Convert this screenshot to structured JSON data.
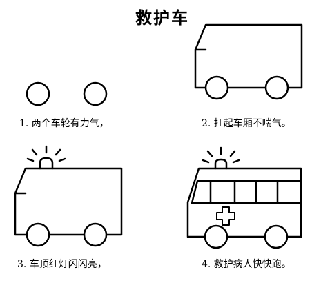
{
  "title": "救护车",
  "steps": [
    {
      "caption": "1. 两个车轮有力气，"
    },
    {
      "caption": "2. 扛起车厢不喘气。"
    },
    {
      "caption": "3. 车顶红灯闪闪亮，"
    },
    {
      "caption": "4. 救护病人快快跑。"
    }
  ]
}
